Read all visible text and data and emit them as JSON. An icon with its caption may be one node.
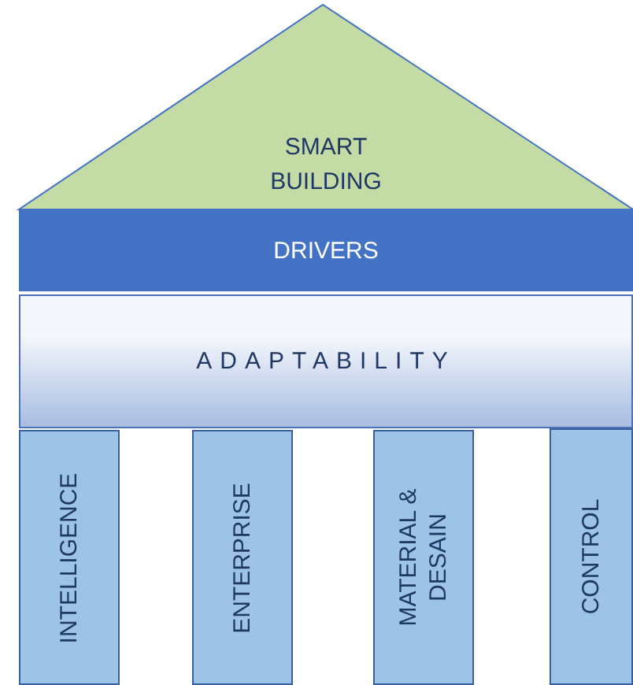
{
  "diagram": {
    "nodes": [
      {
        "text": [
          "SMART BUILDING"
        ]
      },
      {
        "text": [
          "DRIVERS"
        ]
      },
      {
        "text": [
          "ADAPTABILITY"
        ]
      },
      {
        "text": [
          "INTELLIGENCE"
        ]
      },
      {
        "text": [
          "ENTERPRISE"
        ]
      },
      {
        "text": [
          "MATERIAL & DESAIN"
        ]
      },
      {
        "text": [
          "CONTROL"
        ]
      }
    ]
  }
}
